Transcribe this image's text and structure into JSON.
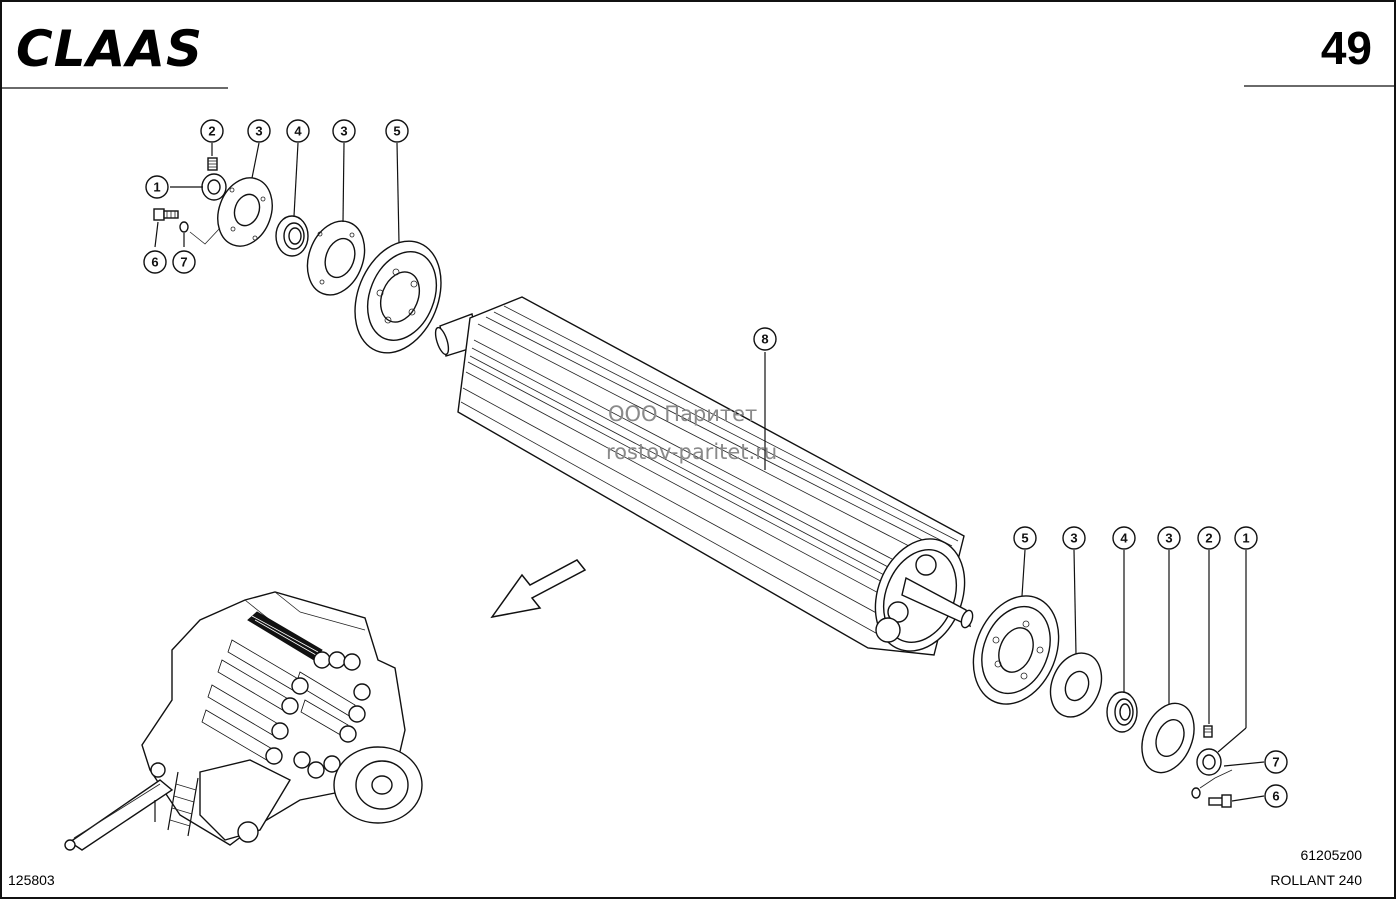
{
  "header": {
    "brand": "CLAAS",
    "page_number": "49"
  },
  "footer": {
    "left_code": "125803",
    "right_code": "61205z00",
    "model": "ROLLANT 240"
  },
  "watermark": {
    "line1": "ООО Паритет",
    "line2": "rostov-paritet.ru"
  },
  "callouts_left": [
    "1",
    "2",
    "3",
    "4",
    "3",
    "5",
    "6",
    "7"
  ],
  "callout_center": "8",
  "callouts_right": [
    "5",
    "3",
    "4",
    "3",
    "2",
    "1",
    "7",
    "6"
  ],
  "colors": {
    "line": "#111111",
    "background": "#ffffff",
    "watermark": "#8a8a8a"
  }
}
